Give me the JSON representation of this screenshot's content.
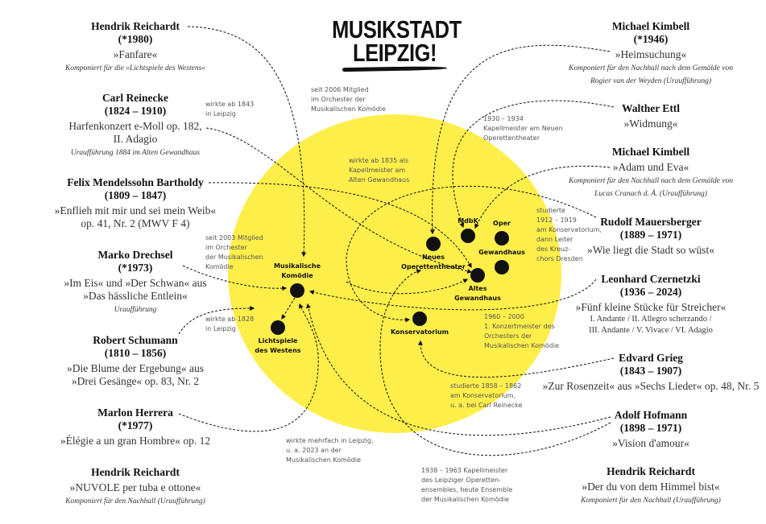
{
  "title": {
    "line1": "MUSIKSTADT",
    "line2": "LEIPZIG!"
  },
  "left_column": [
    {
      "name": "Hendrik Reichardt",
      "dates": "(*1980)",
      "work": [
        "»Fanfare«"
      ],
      "note": [
        "Komponiert für die »Lichtspiele des Westens«"
      ]
    },
    {
      "name": "Carl Reinecke",
      "dates": "(1824 – 1910)",
      "work": [
        "Harfenkonzert e-Moll op. 182,",
        "II. Adagio"
      ],
      "note": [
        "Uraufführung 1884 im Alten Gewandhaus"
      ]
    },
    {
      "name": "Felix Mendelssohn Bartholdy",
      "dates": "(1809 – 1847)",
      "work": [
        "»Enflieh mit mir und sei mein Weib«",
        "op. 41, Nr. 2 (MWV F 4)"
      ],
      "note": []
    },
    {
      "name": "Marko Drechsel",
      "dates": "(*1973)",
      "work": [
        "»Im Eis« und »Der Schwan« aus",
        "»Das hässliche Entlein«"
      ],
      "note": [
        "Uraufführung"
      ]
    },
    {
      "name": "Robert Schumann",
      "dates": "(1810 – 1856)",
      "work": [
        "»Die Blume der Ergebung« aus",
        "»Drei Gesänge« op. 83, Nr. 2"
      ],
      "note": []
    },
    {
      "name": "Marlon Herrera",
      "dates": "(*1977)",
      "work": [
        "»Élégie a un gran Hombre« op. 12"
      ],
      "note": []
    },
    {
      "name": "Hendrik Reichardt",
      "dates": "",
      "work": [
        "»NUVOLE per tuba e ottone«"
      ],
      "note": [
        "Komponiert für den Nachhall (Uraufführung)"
      ]
    }
  ],
  "right_column": [
    {
      "name": "Michael Kimbell",
      "dates": "(*1946)",
      "work": [
        "»Heimsuchung«"
      ],
      "note": [
        "Komponiert für den Nachhall nach dem Gemälde von",
        "Rogier van der Weyden (Uraufführung)"
      ]
    },
    {
      "name": "Walther Ettl",
      "dates": "",
      "work": [
        "»Widmung«"
      ],
      "note": []
    },
    {
      "name": "Michael Kimbell",
      "dates": "",
      "work": [
        "»Adam und Eva«"
      ],
      "note": [
        "Komponiert für den Nachhall nach dem Gemälde von",
        "Lucas Cranach d. Ä. (Uraufführung)"
      ]
    },
    {
      "name": "Rudolf Mauersberger",
      "dates": "(1889 – 1971)",
      "work": [
        "»Wie liegt die Stadt so wüst«"
      ],
      "note": []
    },
    {
      "name": "Leonhard Czernetzki",
      "dates": "(1936 – 2024)",
      "work": [
        "»Fünf kleine Stücke für Streicher«"
      ],
      "small": [
        "I. Andante / II. Allegro scherzando /",
        "III. Andante / V. Vivace / VI. Adagio"
      ],
      "note": []
    },
    {
      "name": "Edvard Grieg",
      "dates": "(1843 – 1907)",
      "work": [
        "»Zur Rosenzeit« aus »Sechs Lieder« op. 48, Nr. 5"
      ],
      "note": []
    },
    {
      "name": "Adolf Hofmann",
      "dates": "(1898 – 1971)",
      "work": [
        "»Vision d'amour«"
      ],
      "note": []
    },
    {
      "name": "Hendrik Reichardt",
      "dates": "",
      "work": [
        "»Der du von dem Himmel bist«"
      ],
      "note": [
        "Komponiert für den Nachhall (Uraufführung)"
      ]
    }
  ],
  "venues": [
    {
      "id": "musikalische-komoedie",
      "label": [
        "Musikalische",
        "Komödie"
      ]
    },
    {
      "id": "lichtspiele-des-westens",
      "label": [
        "Lichtspiele",
        "des Westens"
      ]
    },
    {
      "id": "neues-operettentheater",
      "label": [
        "Neues",
        "Operettentheater"
      ]
    },
    {
      "id": "mdbk",
      "label": [
        "MdbK"
      ]
    },
    {
      "id": "oper",
      "label": [
        "Oper"
      ]
    },
    {
      "id": "gewandhaus",
      "label": [
        "Gewandhaus"
      ]
    },
    {
      "id": "altes-gewandhaus",
      "label": [
        "Altes",
        "Gewandhaus"
      ]
    },
    {
      "id": "konservatorium",
      "label": [
        "Konservatorium"
      ]
    }
  ],
  "annotations": [
    [
      "wirkte ab 1843",
      "in Leipzig"
    ],
    [
      "seit 2006 Mitglied",
      "im Orchester der",
      "Musikalischen Komödie"
    ],
    [
      "wirkte ab 1835 als",
      "Kapellmeister am",
      "Alten Gewandhaus"
    ],
    [
      "1930 – 1934",
      "Kapellmeister am Neuen",
      "Operettentheater"
    ],
    [
      "studierte",
      "1912 – 1919",
      "am Konservatorium,",
      "dann Leiter",
      "des Kreuz-",
      "chors Dresden"
    ],
    [
      "seit 2003 Mitglied",
      "im Orchester",
      "der Musikalischen",
      "Komödie"
    ],
    [
      "wirkte ab 1828",
      "in Leipzig"
    ],
    [
      "1960 – 2000",
      "1. Konzertmeister des",
      "Orchesters der",
      "Musikalischen Komödie"
    ],
    [
      "studierte 1858 – 1862",
      "am Konservatorium,",
      "u. a. bei Carl Reinecke"
    ],
    [
      "wirkte mehrfach in Leipzig,",
      "u. a. 2023 an der",
      "Musikalischen Komödie"
    ],
    [
      "1938 – 1963 Kapellmeister",
      "des Leipziger Operetten-",
      "ensembles, heute Ensemble",
      "der Musikalischen Komödie"
    ]
  ],
  "colors": {
    "circle": "#fdee4a",
    "ink": "#111111",
    "annotation": "#555555"
  }
}
